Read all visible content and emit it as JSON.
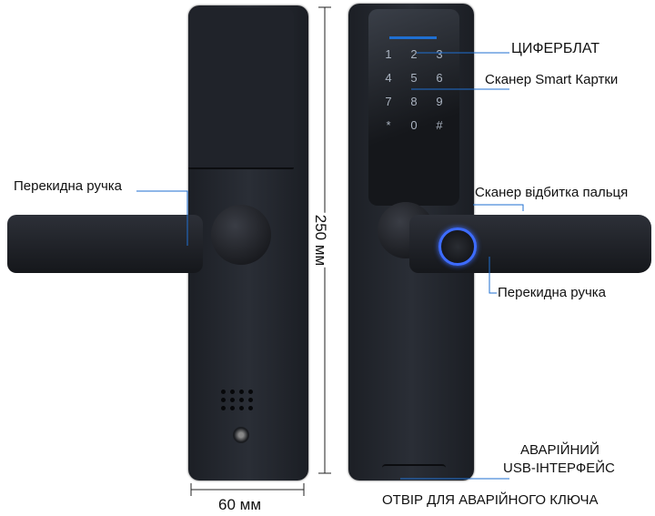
{
  "labels": {
    "dial": "ЦИФЕРБЛАТ",
    "card_scanner": "Сканер Smart Картки",
    "fingerprint_scanner": "Сканер відбитка пальця",
    "handle_left": "Перекидна ручка",
    "handle_right": "Перекидна ручка",
    "usb_line1": "АВАРІЙНИЙ",
    "usb_line2": "USB-ІНТЕРФЕЙС",
    "key_hole": "ОТВІР ДЛЯ АВАРІЙНОГО КЛЮЧА"
  },
  "dimensions": {
    "height": "250 мм",
    "width": "60 мм"
  },
  "keypad": [
    "1",
    "2",
    "3",
    "4",
    "5",
    "6",
    "7",
    "8",
    "9",
    "*",
    "0",
    "#"
  ],
  "colors": {
    "accent": "#1f6fd1",
    "body": "#1f2228"
  }
}
